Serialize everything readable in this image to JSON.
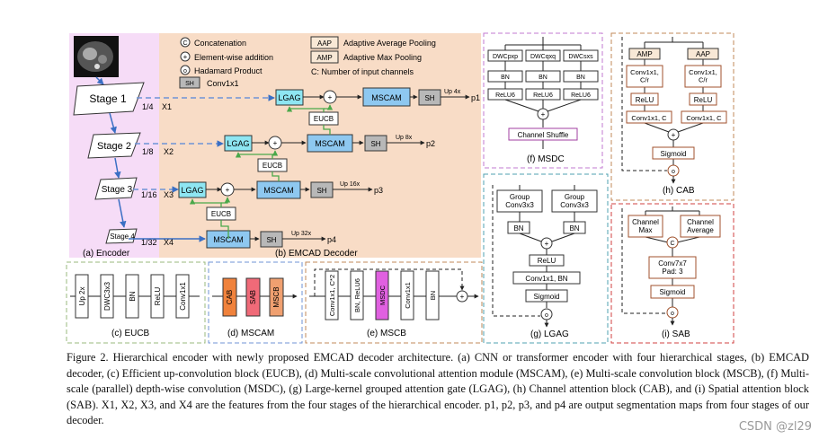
{
  "encoder": {
    "stages": [
      "Stage 1",
      "Stage 2",
      "Stage 3",
      "Stage 4"
    ],
    "scales": [
      "1/4",
      "1/8",
      "1/16",
      "1/32"
    ],
    "features": [
      "X1",
      "X2",
      "X3",
      "X4"
    ],
    "label": "(a) Encoder"
  },
  "legend": {
    "concat_sym": "C",
    "concat": "Concatenation",
    "add_sym": "+",
    "add": "Element-wise addition",
    "had_sym": "o",
    "had": "Hadamard Product",
    "sh_sym": "SH",
    "sh": "Conv1x1",
    "aap_sym": "AAP",
    "aap": "Adaptive Average Pooling",
    "amp_sym": "AMP",
    "amp": "Adaptive Max Pooling",
    "channels": "C: Number of input channels"
  },
  "decoder": {
    "lgag": "LGAG",
    "mscam": "MSCAM",
    "eucb": "EUCB",
    "sh": "SH",
    "ups": [
      "Up 4x",
      "Up 8x",
      "Up 16x",
      "Up 32x"
    ],
    "outs": [
      "p1",
      "p2",
      "p3",
      "p4"
    ],
    "label": "(b) EMCAD Decoder"
  },
  "eucb": {
    "blocks": [
      "Up 2x",
      "DWC3x3",
      "BN",
      "ReLU",
      "Conv1x1"
    ],
    "label": "(c) EUCB"
  },
  "mscam": {
    "blocks": [
      "CAB",
      "SAB",
      "MSCB"
    ],
    "label": "(d) MSCAM"
  },
  "mscb": {
    "blocks": [
      "Conv1x1, C*2",
      "BN, ReLU6",
      "MSDC",
      "Conv1x1",
      "BN"
    ],
    "label": "(e) MSCB"
  },
  "msdc": {
    "dwc": [
      "DWCpxp",
      "DWCqxq",
      "DWCsxs"
    ],
    "bn": "BN",
    "relu": "ReLU6",
    "shuffle": "Channel Shuffle",
    "label": "(f) MSDC"
  },
  "lgag": {
    "gconv": "Group Conv3x3",
    "bn": "BN",
    "relu": "ReLU",
    "conv": "Conv1x1, BN",
    "sig": "Sigmoid",
    "label": "(g) LGAG"
  },
  "cab": {
    "amp": "AMP",
    "aap": "AAP",
    "conv1": "Conv1x1, C/r",
    "relu": "ReLU",
    "conv2": "Conv1x1, C",
    "sig": "Sigmoid",
    "label": "(h) CAB"
  },
  "sab": {
    "max": "Channel Max",
    "avg": "Channel Average",
    "conv": "Conv7x7 Pad: 3",
    "sig": "Sigmoid",
    "label": "(i) SAB"
  },
  "colors": {
    "encoder_bg": "#f6dcf7",
    "decoder_bg": "#f8dcc6",
    "lgag": "#8ee6f2",
    "mscam": "#8ec8f0",
    "sh": "#b8b8b8",
    "cab": "#f0823c",
    "sab": "#f06a78",
    "mscb_block": "#f0a070",
    "msdc": "#e060e0"
  },
  "caption": "Figure 2. Hierarchical encoder with newly proposed EMCAD decoder architecture. (a) CNN or transformer encoder with four hierarchical stages, (b) EMCAD decoder, (c) Efficient up-convolution block (EUCB), (d) Multi-scale convolutional attention module (MSCAM), (e) Multi-scale convolution block (MSCB), (f) Multi-scale (parallel) depth-wise convolution (MSDC), (g) Large-kernel grouped attention gate (LGAG), (h) Channel attention block (CAB), and (i) Spatial attention block (SAB). X1, X2, X3, and X4 are the features from the four stages of the hierarchical encoder. p1, p2, p3, and p4 are output segmentation maps from four stages of our decoder.",
  "watermark": "CSDN @zl29"
}
